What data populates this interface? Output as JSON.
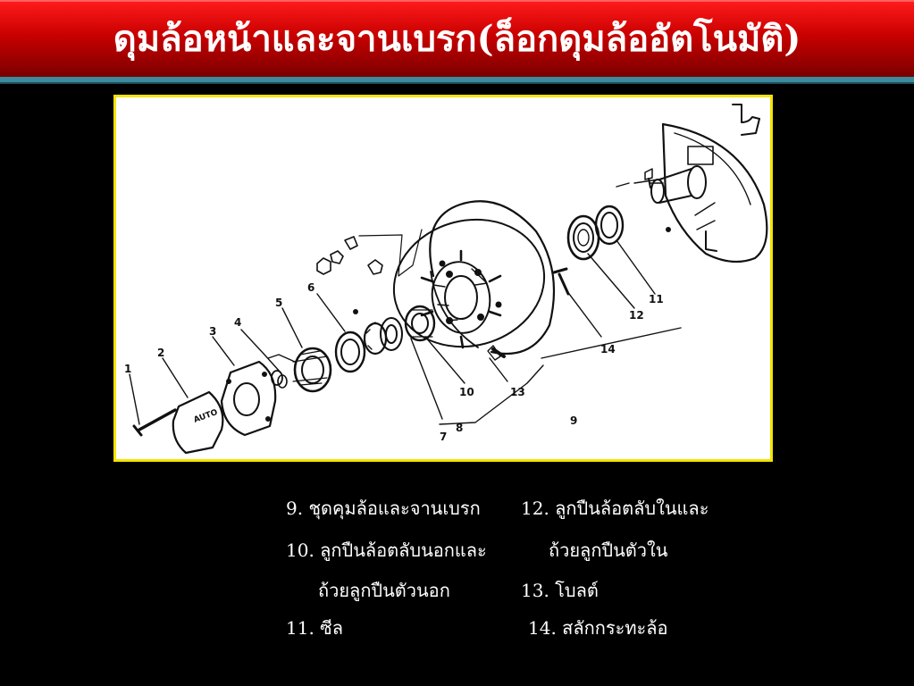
{
  "title": "ดุมล้อหน้าและจานเบรก(ล็อกดุมล้ออัตโนมัติ)",
  "diagram": {
    "callouts": [
      "1",
      "2",
      "3",
      "4",
      "5",
      "6",
      "7",
      "8",
      "9",
      "10",
      "11",
      "12",
      "13",
      "14"
    ],
    "hub_badge": "AUTO"
  },
  "legend": {
    "item9": "9.  ชุดคุมล้อและจานเบรก",
    "item10_line1": "10. ลูกปืนล้อตลับนอกและ",
    "item10_line2": "ถ้วยลูกปืนตัวนอก",
    "item11": "11. ซีล",
    "item12_line1": "12. ลูกปืนล้อตลับในและ",
    "item12_line2": "ถ้วยลูกปืนตัวใน",
    "item13": "13. โบลต์",
    "item14": "14. สลักกระทะล้อ"
  }
}
